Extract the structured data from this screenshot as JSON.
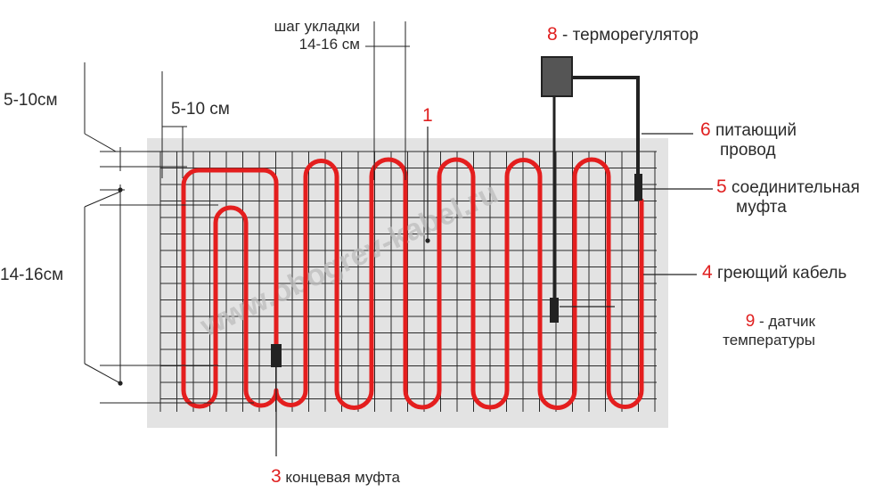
{
  "watermark": "www.obogrev-kabel.ru",
  "colors": {
    "cable": "#e41e1e",
    "grid": "#2a2a2a",
    "slab": "#e3e3e3",
    "wire": "#222222",
    "marker": "#e02020"
  },
  "dimensions": {
    "left_top": "5-10см",
    "left_inner": "5-10 см",
    "left_middle": "14-16см",
    "step_line1": "шаг укладки",
    "step_line2": "14-16 см"
  },
  "labels": {
    "cable_1": {
      "num": "1"
    },
    "thermostat": {
      "num": "8",
      "text": "- терморегулятор"
    },
    "supply_wire": {
      "num": "6",
      "line1": "питающий",
      "line2": "провод"
    },
    "coupling": {
      "num": "5",
      "line1": "соединительная",
      "line2": "муфта"
    },
    "heating_cable": {
      "num": "4",
      "text": "греющий кабель"
    },
    "sensor": {
      "num": "9",
      "line1": "- датчик",
      "line2": "температуры"
    },
    "end_coupling": {
      "num": "3",
      "text": "концевая муфта"
    }
  }
}
